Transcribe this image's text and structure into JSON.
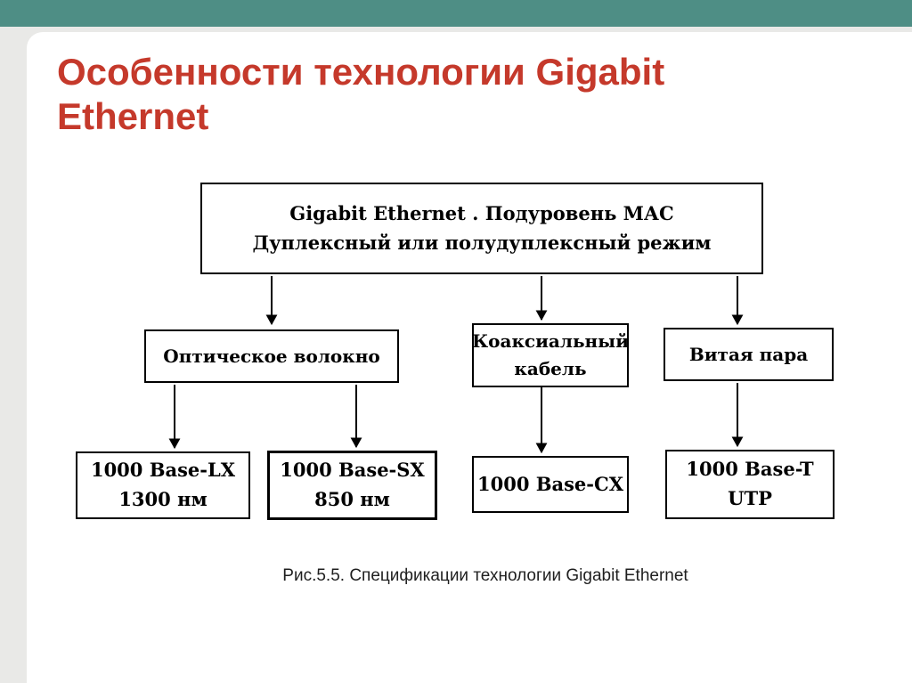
{
  "page": {
    "title": "Особенности технологии Gigabit Ethernet",
    "caption": "Рис.5.5. Спецификации технологии Gigabit Ethernet",
    "colors": {
      "top_bar_teal": "#4e8e85",
      "title_red": "#c5392b",
      "page_bg": "#e9e9e7",
      "panel_bg": "#ffffff",
      "diagram_ink": "#000000"
    }
  },
  "diagram": {
    "root": {
      "line1": "Gigabit Ethernet . Подуровень МАС",
      "line2": "Дуплексный или полудуплексный режим"
    },
    "media": {
      "optical": {
        "label": "Оптическое волокно"
      },
      "coaxial": {
        "label_top": "Коаксиальный",
        "label_bottom": "кабель"
      },
      "twisted": {
        "label": "Витая пара"
      }
    },
    "specs": {
      "lx": {
        "name": "1000 Base-LX",
        "detail": "1300  нм"
      },
      "sx": {
        "name": "1000 Base-SX",
        "detail": "850  нм"
      },
      "cx": {
        "name": "1000 Base-CX"
      },
      "tp": {
        "name": "1000 Base-T",
        "detail": "UTP"
      }
    }
  }
}
